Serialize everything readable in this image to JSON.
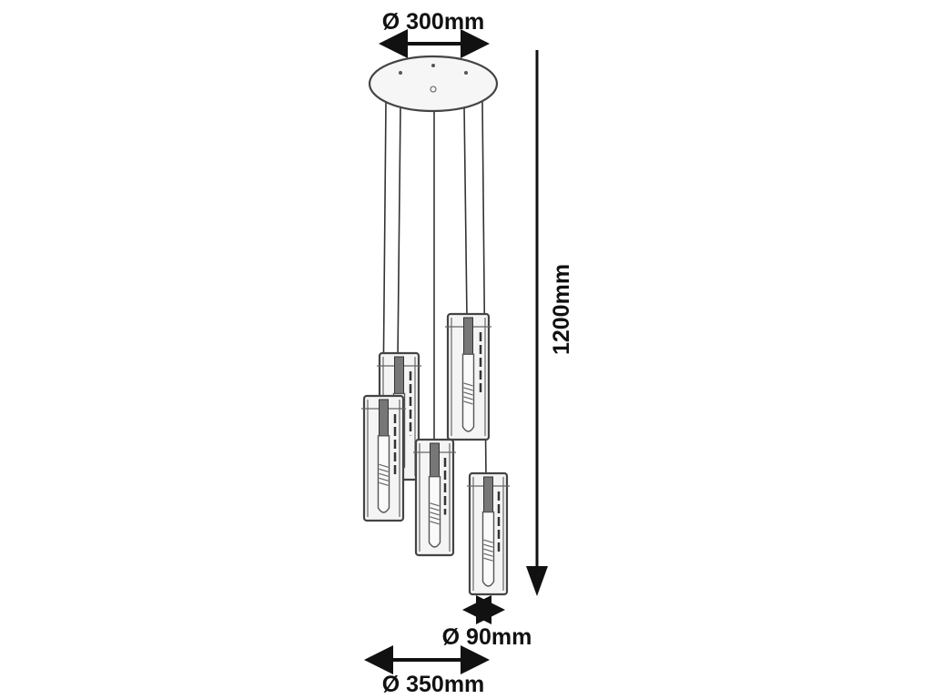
{
  "diagram": {
    "subject": "pendant-lamp-5-lights",
    "dimensions": {
      "canopy_diameter": "Ø 300mm",
      "total_height": "1200mm",
      "shade_diameter": "Ø 90mm",
      "overall_diameter": "Ø 350mm"
    },
    "colors": {
      "line": "#333333",
      "background": "#ffffff"
    }
  }
}
